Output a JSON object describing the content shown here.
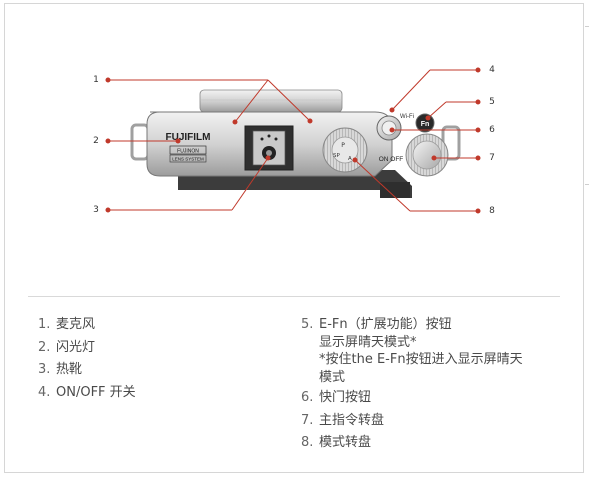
{
  "callouts": [
    "1",
    "2",
    "3",
    "4",
    "5",
    "6",
    "7",
    "8"
  ],
  "camera": {
    "brand": "FUJIFILM",
    "lens_brand": "FUJINON",
    "lens_system": "LENS SYSTEM",
    "wifi_label": "Wi-Fi",
    "fn_label": "Fn",
    "power_label": "ON OFF"
  },
  "legend_left": [
    {
      "num": "1.",
      "text": "麦克风"
    },
    {
      "num": "2.",
      "text": "闪光灯"
    },
    {
      "num": "3.",
      "text": "热靴"
    },
    {
      "num": "4.",
      "text": "ON/OFF 开关"
    }
  ],
  "legend_right": [
    {
      "num": "5.",
      "lines": [
        "E-Fn（扩展功能）按钮",
        "显示屏晴天模式*",
        "*按住the E-Fn按钮进入显示屏晴天",
        "模式"
      ]
    },
    {
      "num": "6.",
      "lines": [
        "快门按钮"
      ]
    },
    {
      "num": "7.",
      "lines": [
        "主指令转盘"
      ]
    },
    {
      "num": "8.",
      "lines": [
        "模式转盘"
      ]
    }
  ],
  "colors": {
    "leader_red": "#c0392b",
    "body_silver": "#cfcfcf",
    "body_dark": "#3a3a3a",
    "text": "#4a4a4a"
  }
}
